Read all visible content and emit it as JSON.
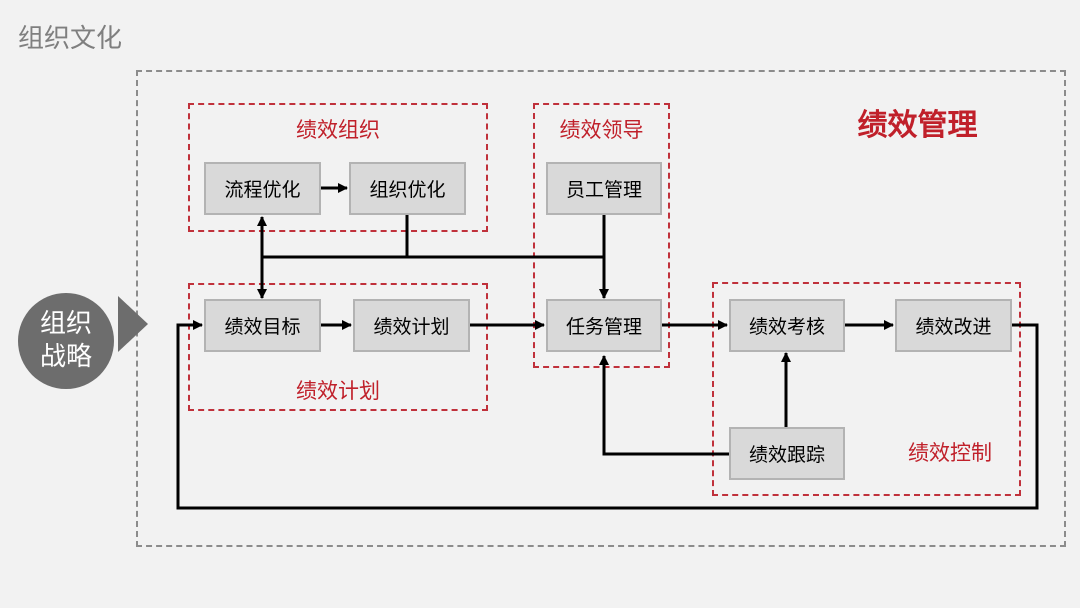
{
  "culture_title": "组织文化",
  "main_title": "绩效管理",
  "strategy": {
    "line1": "组织",
    "line2": "战略"
  },
  "groups": {
    "org": "绩效组织",
    "leadership": "绩效领导",
    "plan": "绩效计划",
    "control": "绩效控制"
  },
  "nodes": {
    "process_opt": "流程优化",
    "org_opt": "组织优化",
    "staff_mgmt": "员工管理",
    "perf_goal": "绩效目标",
    "perf_plan": "绩效计划",
    "task_mgmt": "任务管理",
    "perf_assess": "绩效考核",
    "perf_improve": "绩效改进",
    "perf_track": "绩效跟踪"
  },
  "colors": {
    "accent": "#c0202a",
    "node_fill": "#d9d9d9",
    "strategy": "#6d6d6d",
    "frame": "#8c8c8c"
  }
}
